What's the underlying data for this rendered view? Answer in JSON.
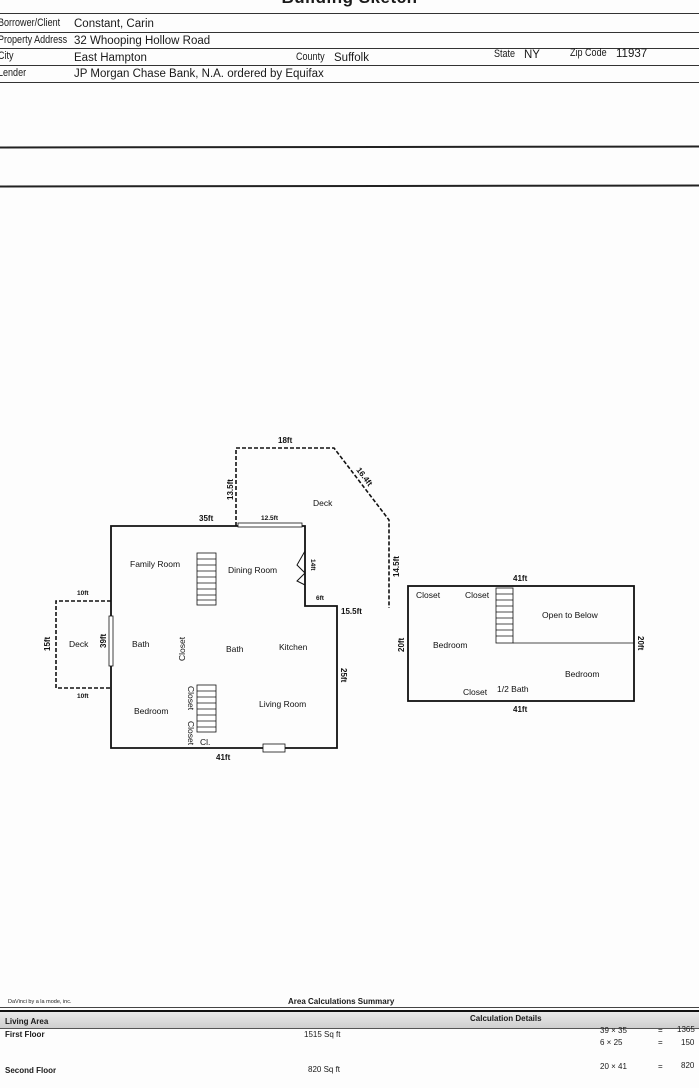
{
  "header": {
    "title": "Building Sketch",
    "rows": [
      {
        "label": "Borrower/Client",
        "value": "Constant, Carin"
      },
      {
        "label": "Property Address",
        "value": "32 Whooping Hollow Road"
      },
      {
        "label": "City",
        "value": "East Hampton"
      },
      {
        "label": "Lender",
        "value": "JP Morgan Chase Bank, N.A. ordered by Equifax"
      }
    ],
    "county_label": "County",
    "county_value": "Suffolk",
    "state_label": "State",
    "state_value": "NY",
    "zip_label": "Zip Code",
    "zip_value": "11937"
  },
  "sketch": {
    "first_floor": {
      "rooms": [
        "Family Room",
        "Dining Room",
        "Bath",
        "Bath",
        "Kitchen",
        "Bedroom",
        "Living Room",
        "Closet",
        "Closet",
        "Closet",
        "Cl."
      ],
      "deck_left": "Deck",
      "deck_top": "Deck",
      "dims": {
        "top_18": "18ft",
        "diag_16_4": "16.4ft",
        "left_13_5": "13.5ft",
        "right_14_5": "14.5ft",
        "top_35": "35ft",
        "top_12_5": "12.5ft",
        "notch_14": "14ft",
        "notch_6": "6ft",
        "right_15_5": "15.5ft",
        "right_25": "25ft",
        "bottom_41": "41ft",
        "deck_10_top": "10ft",
        "deck_10_bottom": "10ft",
        "deck_15": "15ft",
        "left_39": "39ft"
      }
    },
    "second_floor": {
      "rooms": [
        "Closet",
        "Closet",
        "Open to Below",
        "Bedroom",
        "Bedroom",
        "Closet",
        "1/2 Bath"
      ],
      "dims": {
        "top_41": "41ft",
        "bottom_41": "41ft",
        "left_20": "20ft",
        "right_20": "20ft"
      }
    }
  },
  "footer": {
    "brand": "DaVinci by a la mode, inc.",
    "summary_title": "Area Calculations Summary",
    "living_area_label": "Living Area",
    "calc_details_label": "Calculation Details",
    "floors": [
      {
        "name": "First Floor",
        "area": "1515 Sq ft",
        "calcs": [
          {
            "expr": "39 × 35",
            "eq": "=",
            "result": "1365"
          },
          {
            "expr": "6 × 25",
            "eq": "=",
            "result": "150"
          }
        ]
      },
      {
        "name": "Second Floor",
        "area": "820 Sq ft",
        "calcs": [
          {
            "expr": "20 × 41",
            "eq": "=",
            "result": "820"
          }
        ]
      }
    ]
  }
}
